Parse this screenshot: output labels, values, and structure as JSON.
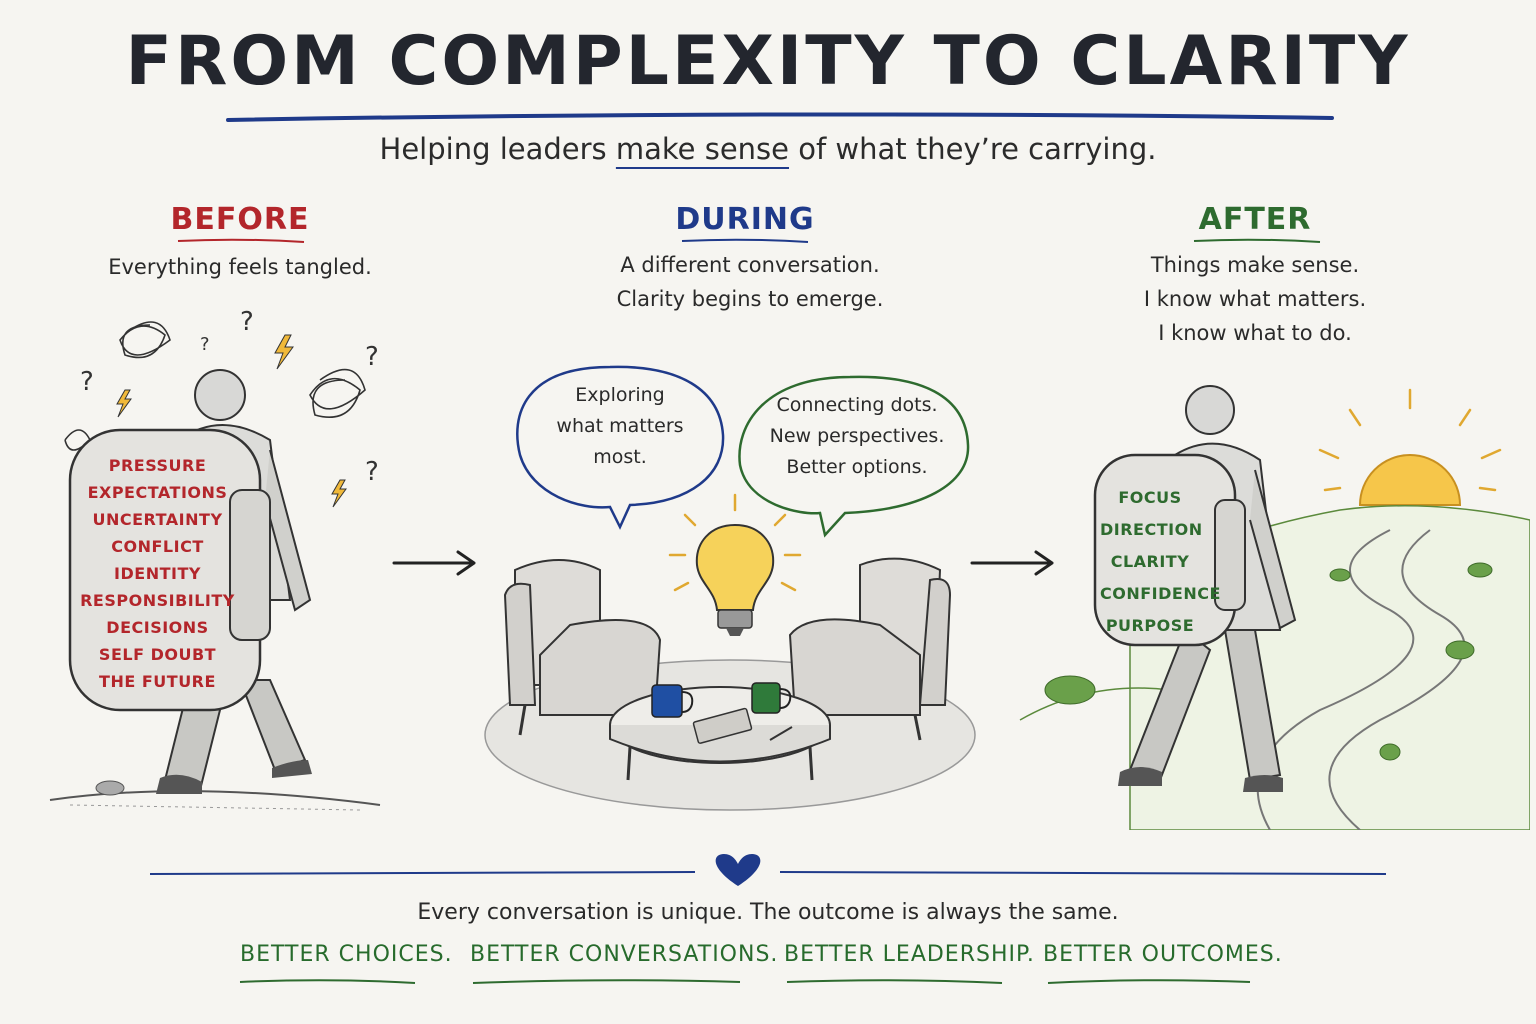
{
  "header": {
    "title": "FROM COMPLEXITY TO CLARITY",
    "subtitle_before": "Helping leaders ",
    "subtitle_highlight": "make sense",
    "subtitle_after": " of what they’re carrying."
  },
  "before": {
    "heading": "BEFORE",
    "text": "Everything feels tangled.",
    "backpack_labels": [
      "PRESSURE",
      "EXPECTATIONS",
      "UNCERTAINTY",
      "CONFLICT",
      "IDENTITY",
      "RESPONSIBILITY",
      "DECISIONS",
      "SELF DOUBT",
      "THE FUTURE"
    ]
  },
  "during": {
    "heading": "DURING",
    "text_line1": "A different conversation.",
    "text_line2": "Clarity begins to emerge.",
    "bubble_left": [
      "Exploring",
      "what matters",
      "most."
    ],
    "bubble_right": [
      "Connecting dots.",
      "New perspectives.",
      "Better options."
    ]
  },
  "after": {
    "heading": "AFTER",
    "text_line1": "Things make sense.",
    "text_line2": "I know what matters.",
    "text_line3": "I know what to do.",
    "backpack_labels": [
      "FOCUS",
      "DIRECTION",
      "CLARITY",
      "CONFIDENCE",
      "PURPOSE"
    ]
  },
  "footer": {
    "text": "Every conversation is unique.  The outcome is always the same.",
    "outcomes": [
      "BETTER CHOICES.",
      "BETTER CONVERSATIONS.",
      "BETTER LEADERSHIP.",
      "BETTER OUTCOMES."
    ]
  },
  "colors": {
    "before": "#b3262b",
    "during": "#1f3a8a",
    "after": "#2e6b2f",
    "sun": "#f0b93a",
    "heart": "#1f3a8a"
  },
  "icons": [
    "question-mark-icon",
    "lightning-icon",
    "scribble-icon",
    "lightbulb-icon",
    "heart-icon",
    "arrow-right-icon",
    "sun-icon"
  ]
}
